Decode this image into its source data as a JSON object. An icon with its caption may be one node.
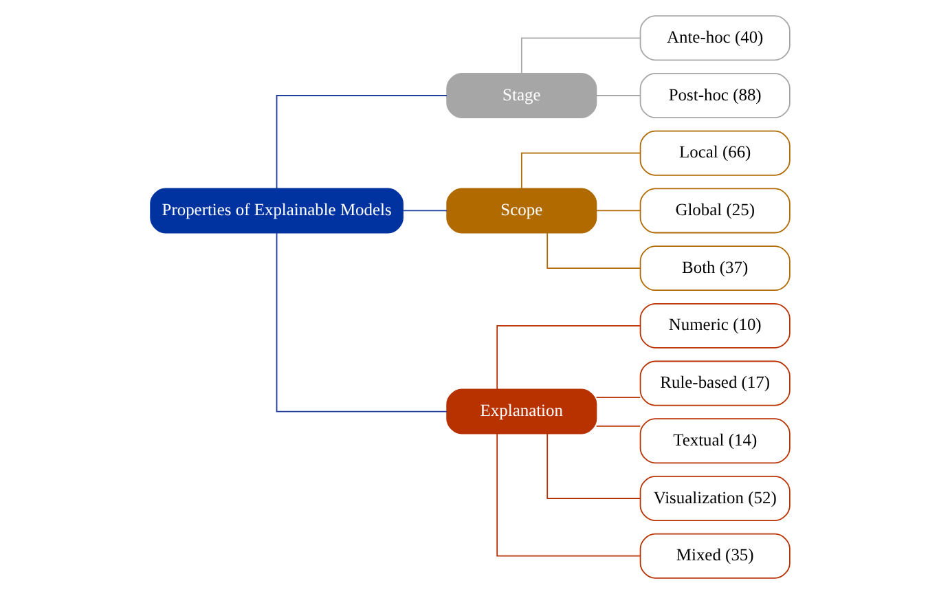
{
  "diagram": {
    "nodes": [
      {
        "text": [
          "Properties of Explainable Models"
        ]
      },
      {
        "text": [
          "Stage"
        ]
      },
      {
        "text": [
          "Scope"
        ]
      },
      {
        "text": [
          "Explanation"
        ]
      },
      {
        "text": [
          "Ante-hoc (40)"
        ]
      },
      {
        "text": [
          "Post-hoc (88)"
        ]
      },
      {
        "text": [
          "Local (66)"
        ]
      },
      {
        "text": [
          "Global (25)"
        ]
      },
      {
        "text": [
          "Both (37)"
        ]
      },
      {
        "text": [
          "Numeric (10)"
        ]
      },
      {
        "text": [
          "Rule-based (17)"
        ]
      },
      {
        "text": [
          "Textual (14)"
        ]
      },
      {
        "text": [
          "Visualization (52)"
        ]
      },
      {
        "text": [
          "Mixed (35)"
        ]
      }
    ],
    "edges": [
      {
        "from": 0,
        "to": 1,
        "arrow": "none",
        "color": "#1f3f9f"
      },
      {
        "from": 0,
        "to": 2,
        "arrow": "none",
        "color": "#1f3f9f"
      },
      {
        "from": 0,
        "to": 3,
        "arrow": "none",
        "color": "#1f3f9f"
      },
      {
        "from": 1,
        "to": 4,
        "arrow": "none",
        "color": "#a6a6a6"
      },
      {
        "from": 1,
        "to": 5,
        "arrow": "none",
        "color": "#a6a6a6"
      },
      {
        "from": 2,
        "to": 6,
        "arrow": "none",
        "color": "#b06a00"
      },
      {
        "from": 2,
        "to": 7,
        "arrow": "none",
        "color": "#b06a00"
      },
      {
        "from": 2,
        "to": 8,
        "arrow": "none",
        "color": "#b06a00"
      },
      {
        "from": 3,
        "to": 9,
        "arrow": "none"
      },
      {
        "from": 3,
        "to": 10,
        "arrow": "none"
      },
      {
        "from": 3,
        "to": 11,
        "arrow": "none"
      },
      {
        "from": 3,
        "to": 12,
        "arrow": "none"
      },
      {
        "from": 3,
        "to": 13,
        "arrow": "none"
      }
    ]
  }
}
